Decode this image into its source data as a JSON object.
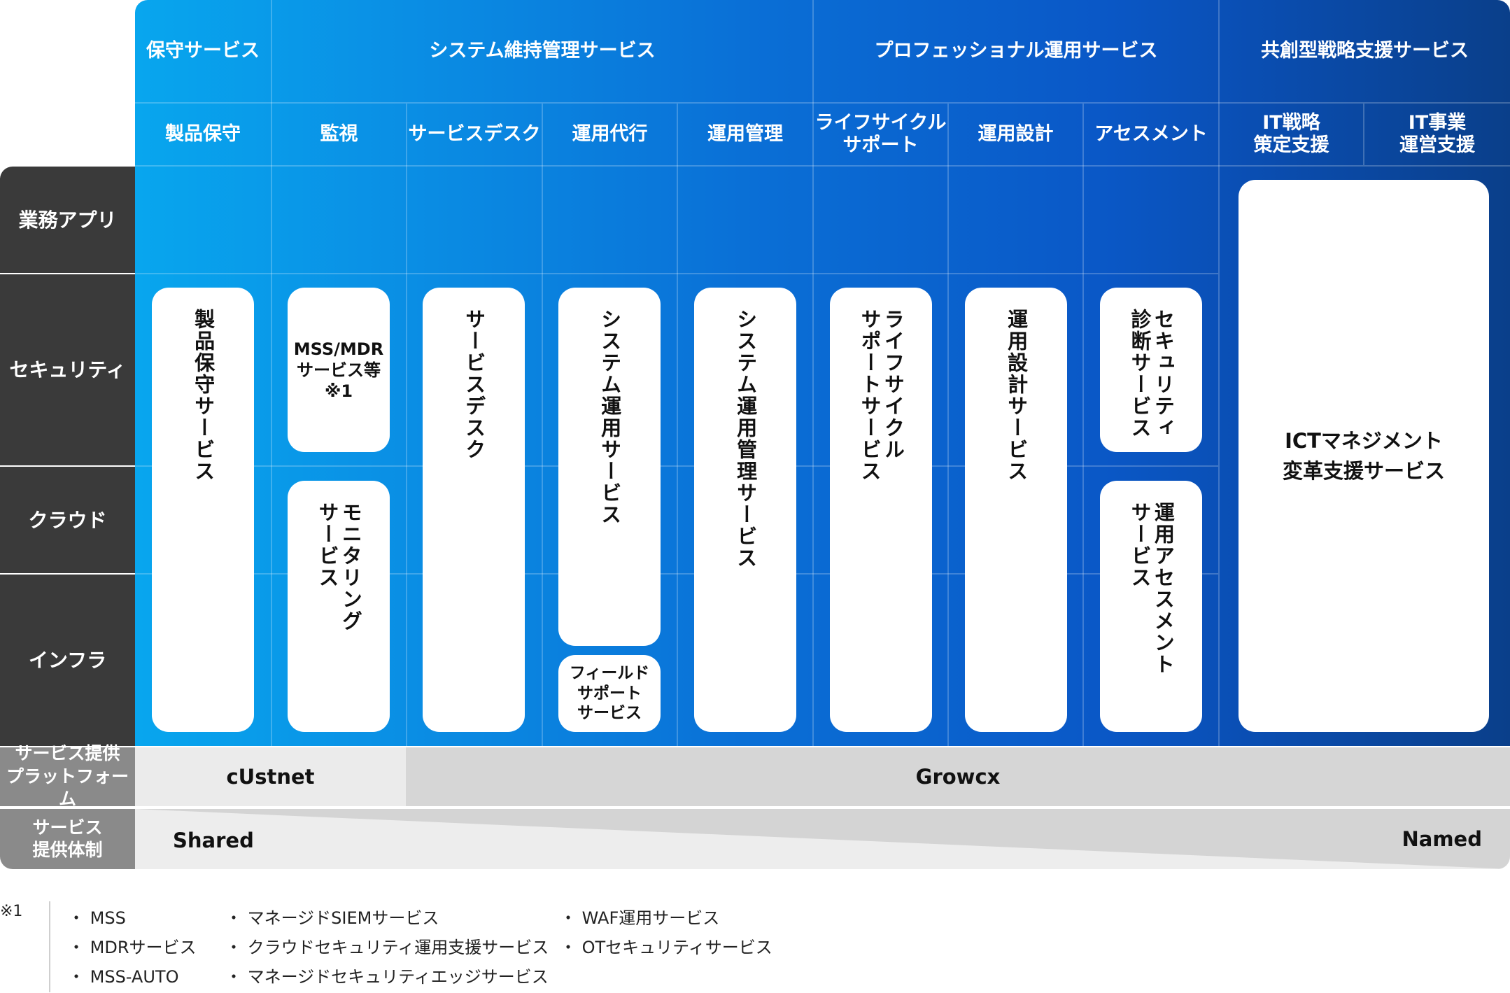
{
  "categories": [
    {
      "key": "maintenance",
      "label": "保守サービス"
    },
    {
      "key": "system",
      "label": "システム維持管理サービス"
    },
    {
      "key": "professional",
      "label": "プロフェッショナル運用サービス"
    },
    {
      "key": "cocreation",
      "label": "共創型戦略支援サービス"
    }
  ],
  "subcategories": [
    "製品保守",
    "監視",
    "サービスデスク",
    "運用代行",
    "運用管理",
    "ライフサイクル\nサポート",
    "運用設計",
    "アセスメント",
    "IT戦略\n策定支援",
    "IT事業\n運営支援"
  ],
  "rows": [
    "業務アプリ",
    "セキュリティ",
    "クラウド",
    "インフラ"
  ],
  "cards": {
    "product_maintenance": "製品保守サービス",
    "mss_mdr": "MSS/MDR\nサービス等\n※1",
    "monitoring": "モニタリング\nサービス",
    "service_desk": "サービスデスク",
    "system_operation": "システム運用サービス",
    "field_support": "フィールド\nサポート\nサービス",
    "system_management": "システム運用管理サービス",
    "lifecycle": "ライフサイクル\nサポートサービス",
    "operation_design": "運用設計サービス",
    "security_diag": "セキュリティ\n診断サービス",
    "operation_assessment": "運用アセスメント\nサービス",
    "ict_management": "ICTマネジメント\n変革支援サービス"
  },
  "platform": {
    "label": "サービス提供\nプラットフォーム",
    "custnet": "cUstnet",
    "growcx": "Growcx"
  },
  "system": {
    "label": "サービス\n提供体制",
    "shared": "Shared",
    "named": "Named"
  },
  "footnote": {
    "mark": "※1",
    "col1": [
      "・ MSS",
      "・ MDRサービス",
      "・ MSS-AUTO"
    ],
    "col2": [
      "・ マネージドSIEMサービス",
      "・ クラウドセキュリティ運用支援サービス",
      "・ マネージドセキュリティエッジサービス"
    ],
    "col3": [
      "・ WAF運用サービス",
      "・ OTセキュリティサービス"
    ]
  }
}
